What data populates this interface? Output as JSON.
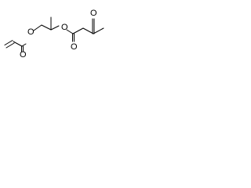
{
  "structure": {
    "atoms": {
      "ester_o_left": "O",
      "carbonyl_o_left": "O",
      "ester_o_right": "O",
      "carbonyl_o_right": "O",
      "ketone_o": "O"
    }
  }
}
